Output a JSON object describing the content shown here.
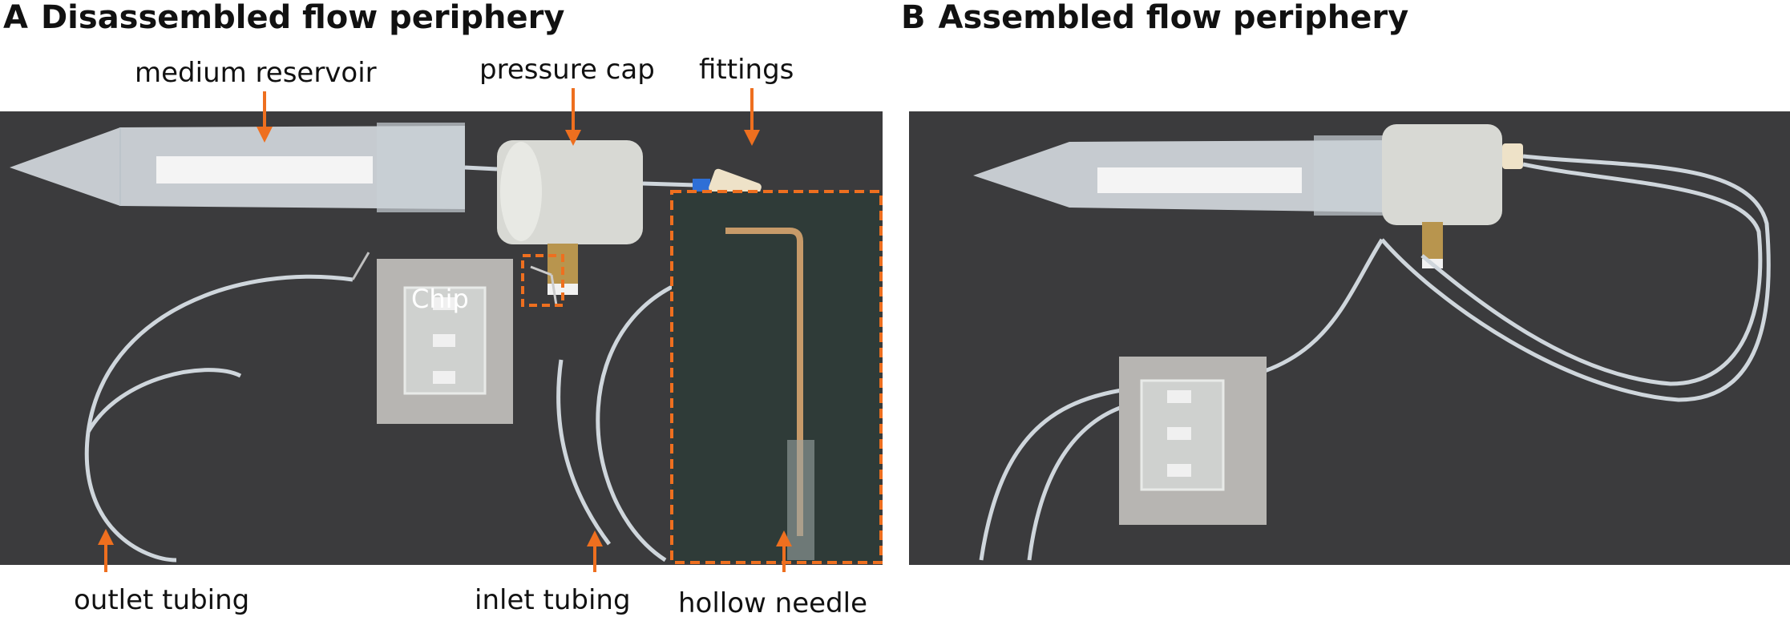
{
  "panels": {
    "a": {
      "letter": "A",
      "title": "Disassembled flow periphery"
    },
    "b": {
      "letter": "B",
      "title": "Assembled flow periphery"
    }
  },
  "labels": {
    "medium_reservoir": "medium reservoir",
    "pressure_cap": "pressure cap",
    "fittings": "fittings",
    "chip": "Chip",
    "outlet_tubing": "outlet tubing",
    "inlet_tubing": "inlet tubing",
    "hollow_needle": "hollow needle"
  },
  "colors": {
    "accent_orange": "#ee6f1f",
    "photo_background": "#3b3b3d",
    "tubing": "#cfd6dc",
    "chip_plate": "#b7b5b2"
  }
}
